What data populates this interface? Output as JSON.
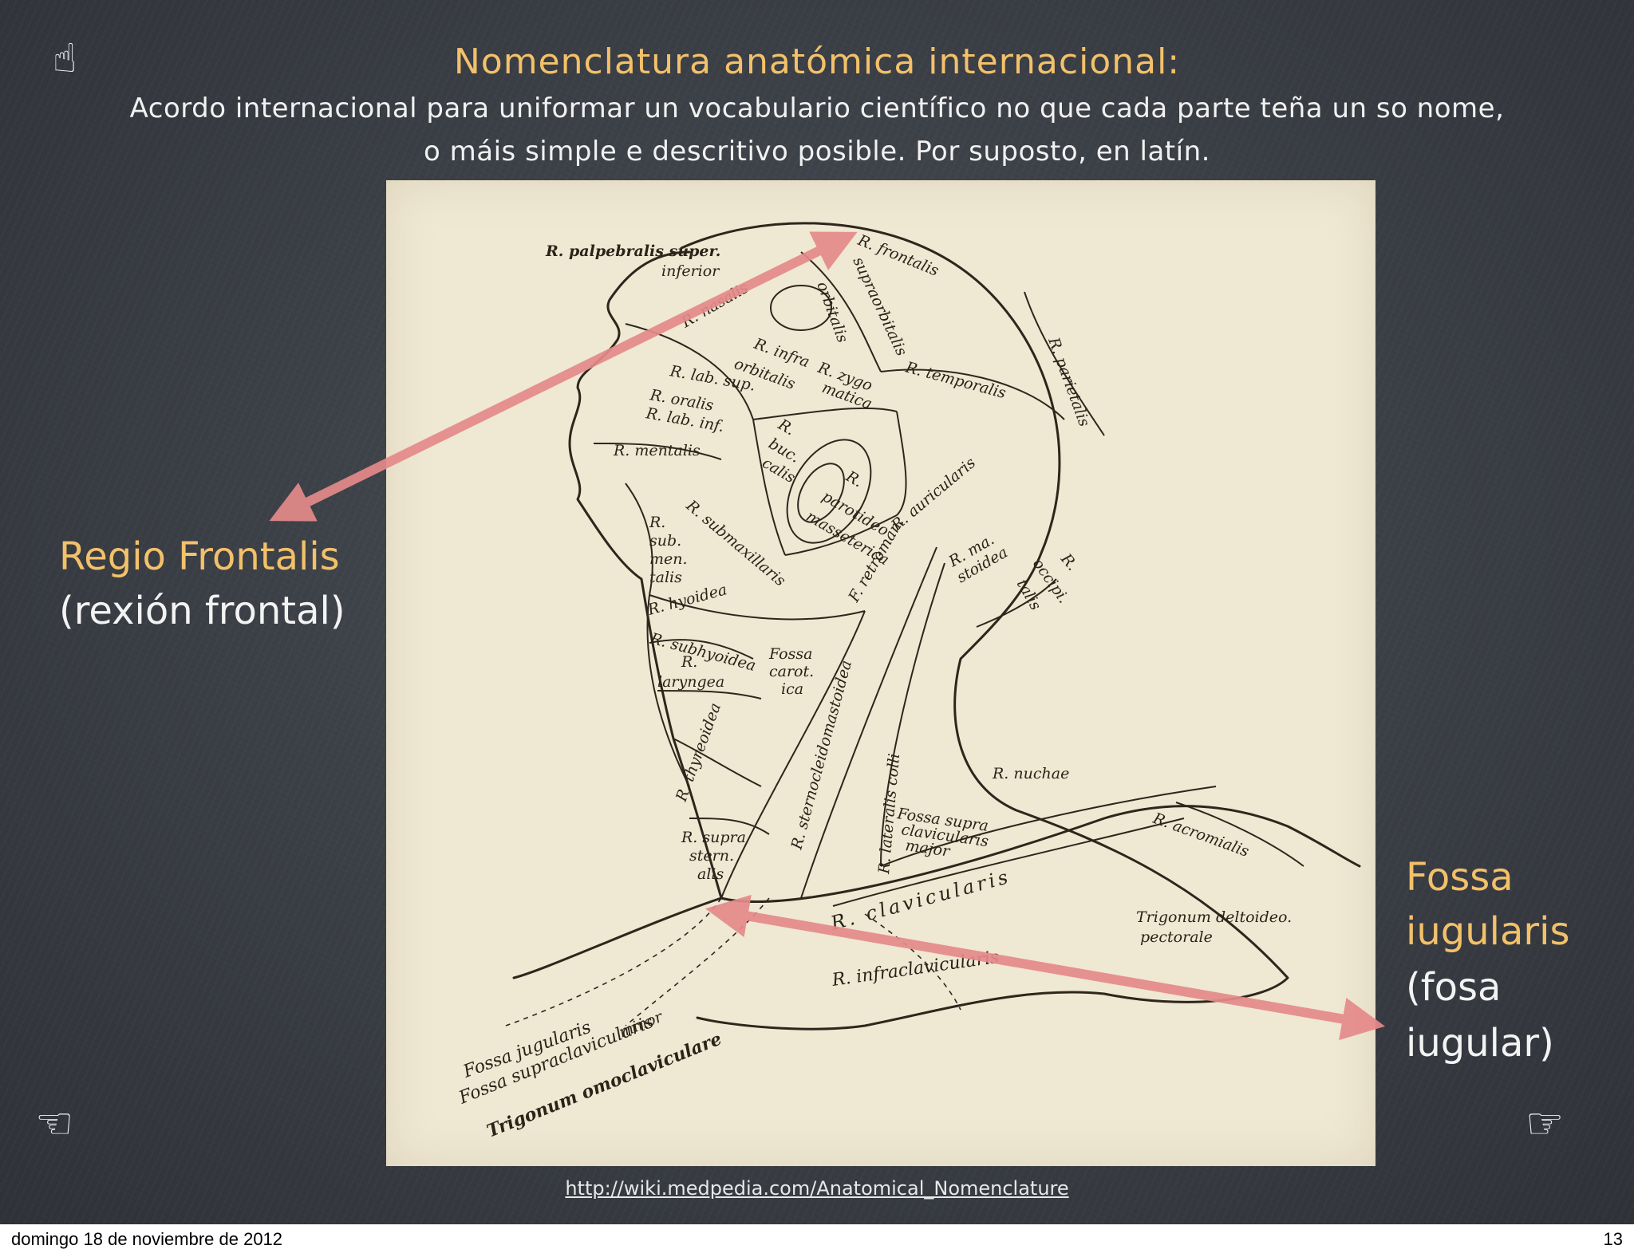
{
  "slide": {
    "title": "Nomenclatura anatómica internacional:",
    "subtitle_line1": "Acordo internacional para uniformar un vocabulario científico no que cada parte teña un so nome,",
    "subtitle_line2": "o máis simple e descritivo posible. Por suposto, en latín.",
    "left_label_term": "Regio Frontalis",
    "left_label_translation": "(rexión frontal)",
    "right_label_term_1": "Fossa",
    "right_label_term_2": "iugularis",
    "right_label_translation_1": "(fosa",
    "right_label_translation_2": "iugular)",
    "source_link": "http://wiki.medpedia.com/Anatomical_Nomenclature",
    "hand_icons": [
      "pointing-up-hand-icon",
      "pointing-left-hand-icon",
      "pointing-right-hand-icon"
    ]
  },
  "figure": {
    "labels": {
      "palpebralis": "R. palpebralis super.",
      "inferior": "inferior",
      "frontalis": "R. frontalis",
      "supraorbitalis": "supraorbitalis",
      "orbitalis": "orbitalis",
      "nasalis": "R. nasalis",
      "infraorbitalis_1": "R. infra",
      "infraorbitalis_2": "orbitalis",
      "zygomatica_1": "R. zygo",
      "zygomatica_2": "matica",
      "temporalis": "R. temporalis",
      "parietalis": "R. parietalis",
      "lab_sup": "R. lab. sup.",
      "oralis": "R. oralis",
      "lab_inf": "R. lab. inf.",
      "buccalis_1": "R.",
      "buccalis_2": "buc.",
      "buccalis_3": "calis",
      "mentalis": "R. mentalis",
      "parotideomasseterica_1": "R.",
      "parotideomasseterica_2": "parotideo",
      "parotideomasseterica_3": "masseterica",
      "auricularis": "R. auricularis",
      "submaxillaris": "R. submaxillaris",
      "submentalis_1": "R.",
      "submentalis_2": "sub.",
      "submentalis_3": "men.",
      "submentalis_4": "talis",
      "mastoidea_1": "R. ma.",
      "mastoidea_2": "stoidea",
      "occipitalis_1": "R.",
      "occipitalis_2": "occipi.",
      "occipitalis_3": "talis",
      "retromandibularis": "F. retroman.",
      "hyoidea": "R. hyoidea",
      "subhyoidea": "R. subhyoidea",
      "laryngea_1": "R.",
      "laryngea_2": "laryngea",
      "fossa_carotica_1": "Fossa",
      "fossa_carotica_2": "carot.",
      "fossa_carotica_3": "ica",
      "sternocleidomastoidea": "R. sternocleidomastoidea",
      "thyreoidea": "R. thyreoidea",
      "lateralis_colli": "R. lateralis colli",
      "nuchae": "R. nuchae",
      "suprasternalis_1": "R. supra",
      "suprasternalis_2": "stern.",
      "suprasternalis_3": "alis",
      "fossa_supraclavicularis_1": "Fossa supra",
      "fossa_supraclavicularis_2": "clavicularis",
      "fossa_supraclavicularis_3": "major",
      "acromialis": "R. acromialis",
      "clavicularis": "R. clavicularis",
      "infraclavicularis": "R. infraclavicularis",
      "trigonum_deltoideo_1": "Trigonum deltoideo.",
      "trigonum_deltoideo_2": "pectorale",
      "fossa_jugularis": "Fossa jugularis",
      "fossa_supraclavicularis_minor_1": "Fossa supraclavicularis",
      "fossa_supraclavicularis_minor_2": "minor",
      "trigonum_omoclaviculare": "Trigonum omoclaviculare"
    }
  },
  "footer": {
    "date": "domingo 18 de noviembre de 2012",
    "page": "13"
  },
  "colors": {
    "background": "#3f434a",
    "title": "#f2c16a",
    "arrow": "#e58a8a",
    "figure_paper": "#efe8d3"
  }
}
